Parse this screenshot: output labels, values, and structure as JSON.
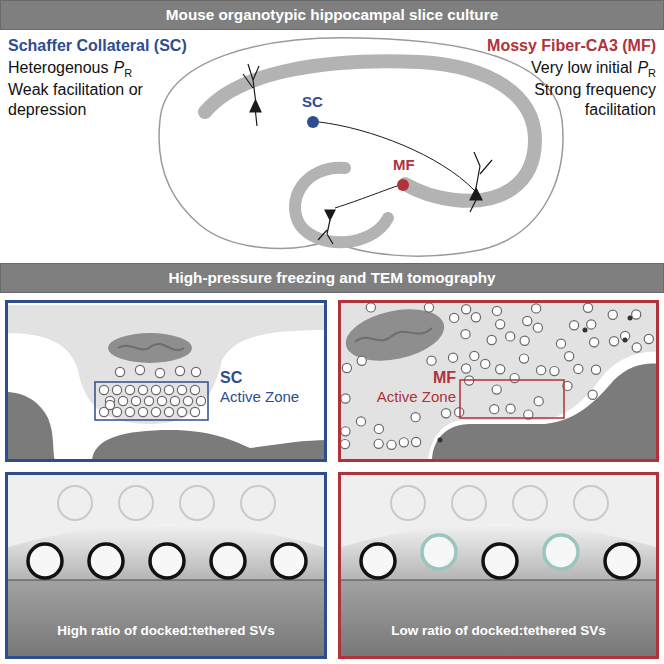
{
  "diagram": {
    "nodes": [
      {
        "text": [
          "Mouse organotypic hippocampal slice culture"
        ]
      },
      {
        "text": [
          "High-pressure freezing and TEM tomography"
        ]
      },
      {
        "text": [
          "SC",
          "Active Zone"
        ]
      },
      {
        "text": [
          "MF",
          "Active Zone"
        ]
      },
      {
        "text": [
          "High ratio of docked:tethered SVs"
        ]
      },
      {
        "text": [
          "Low ratio of docked:tethered SVs"
        ]
      }
    ],
    "labels": [
      "Schaffer Collateral (SC)",
      "Heterogenous",
      "P",
      "R",
      "Weak facilitation or depression",
      "Mossy Fiber-CA3 (MF)",
      "Very low initial",
      "P",
      "R",
      "Strong frequency facilitation",
      "SC",
      "MF"
    ]
  }
}
